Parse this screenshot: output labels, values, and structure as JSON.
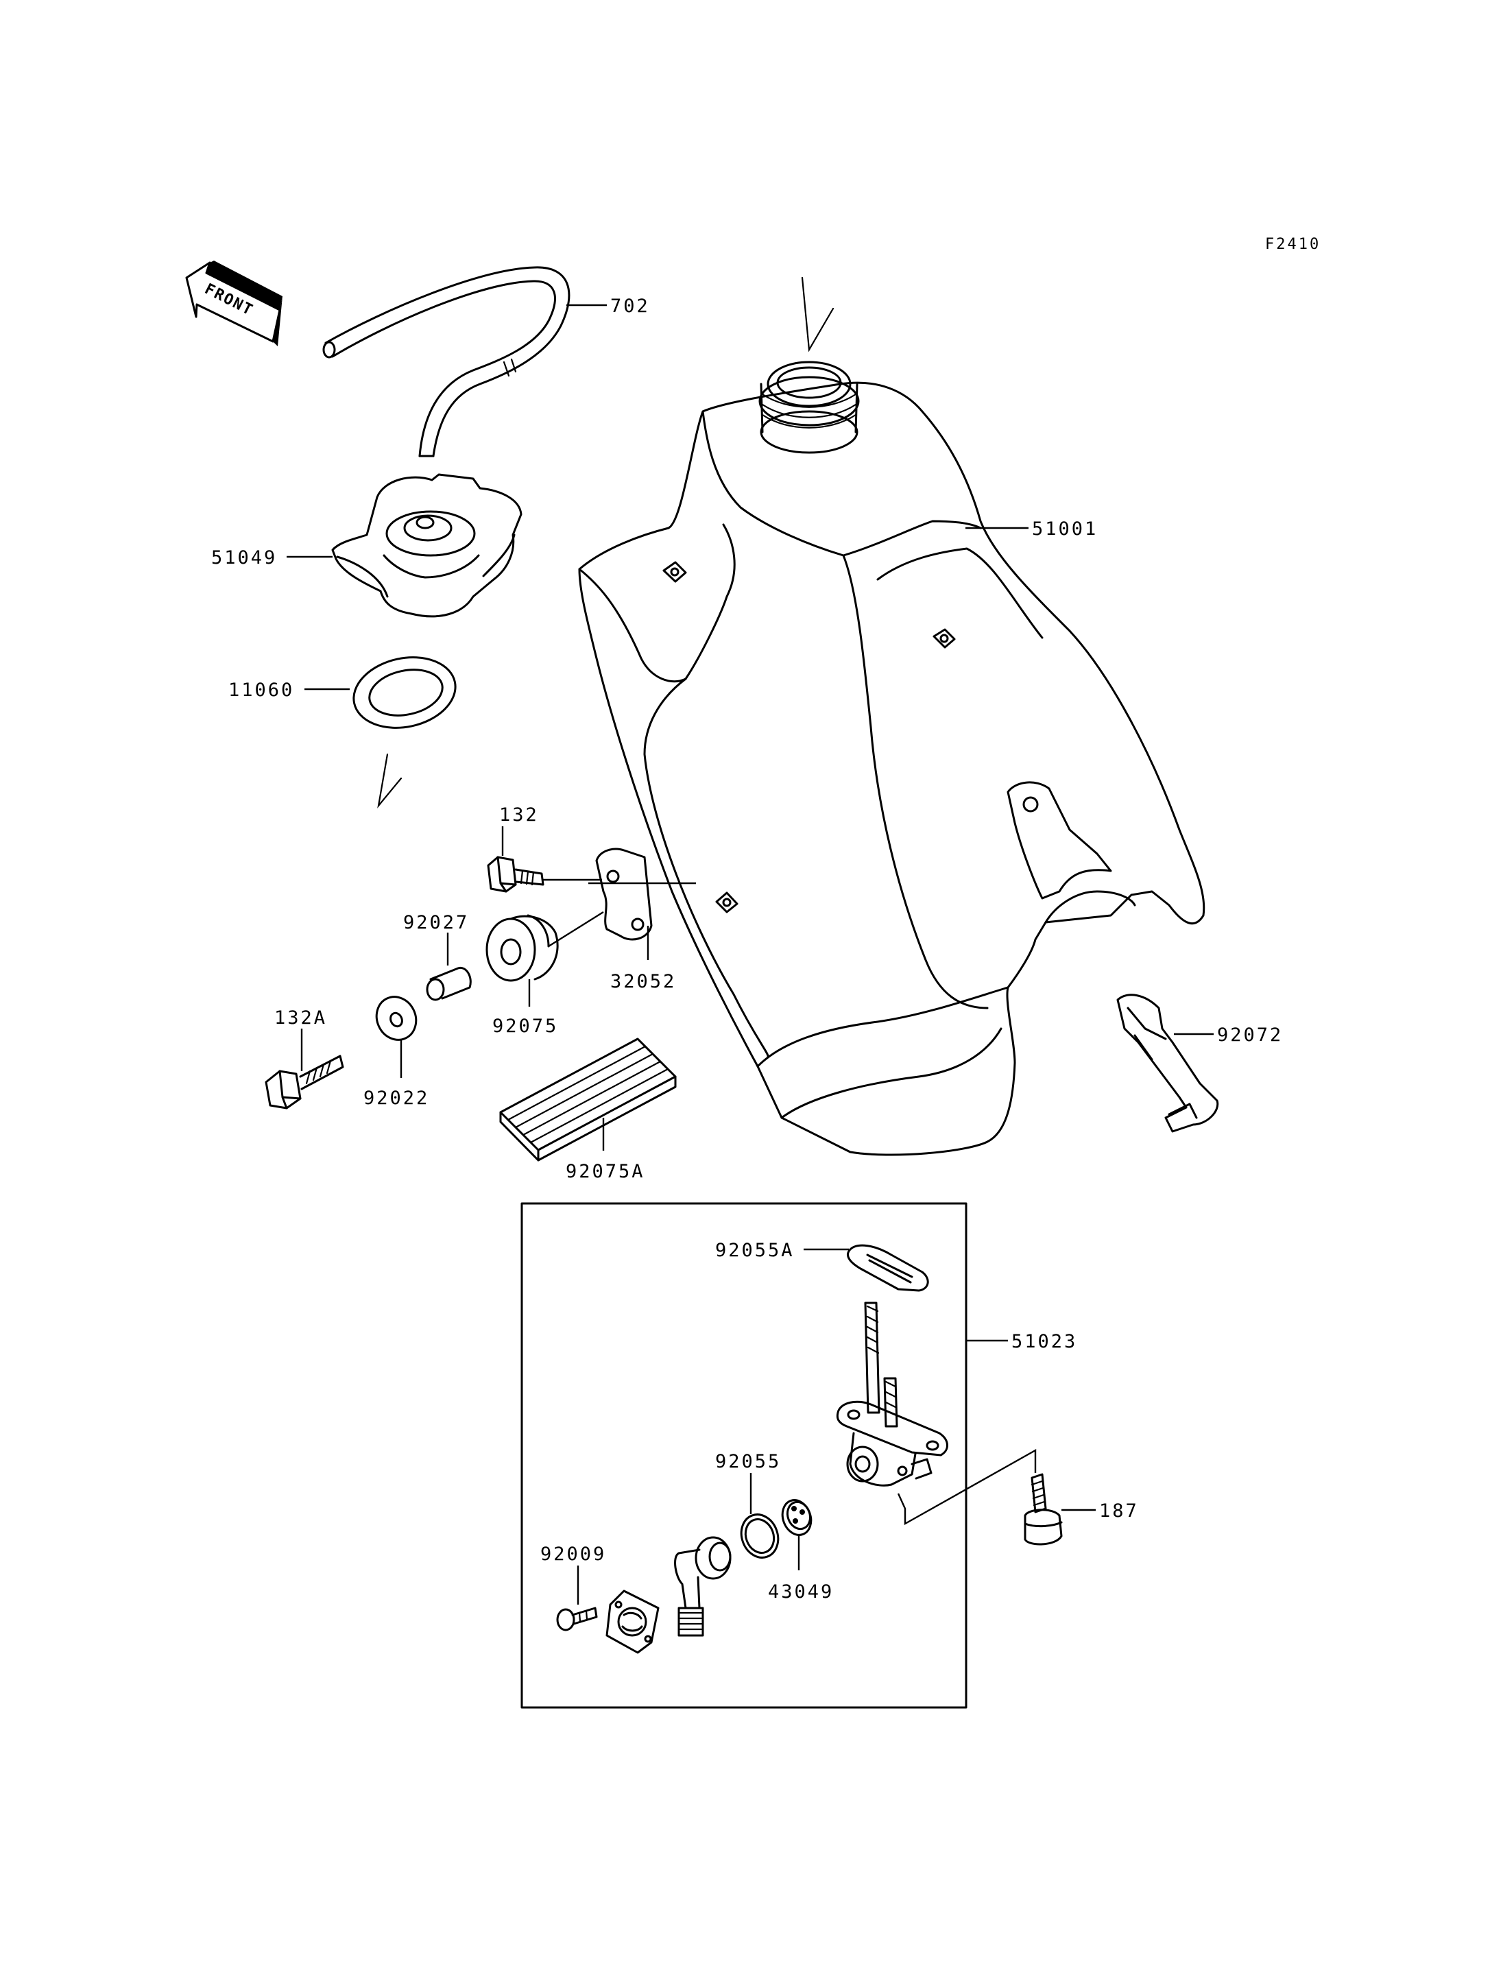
{
  "diagram_code": "F2410",
  "front_indicator": "FRONT",
  "part_labels": {
    "p702": "702",
    "p51001": "51001",
    "p51049": "51049",
    "p11060": "11060",
    "p132": "132",
    "p92027": "92027",
    "p132A": "132A",
    "p92075": "92075",
    "p32052": "32052",
    "p92022": "92022",
    "p92075A": "92075A",
    "p92072": "92072",
    "p92055A": "92055A",
    "p51023": "51023",
    "p92055": "92055",
    "p187": "187",
    "p92009": "92009",
    "p43049": "43049"
  }
}
